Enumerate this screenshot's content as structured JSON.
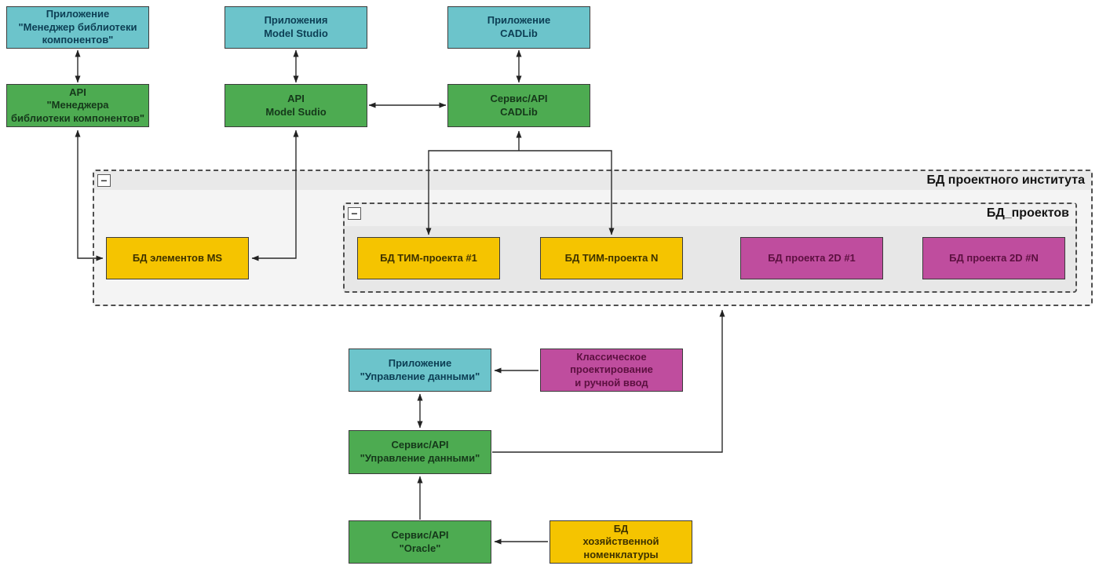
{
  "colors": {
    "application_fill": "#6cc4cb",
    "api_service_fill": "#4dab51",
    "database_fill": "#f5c400",
    "database_2d_fill": "#bf4d9e",
    "manual_process_fill": "#bf4d9e",
    "container_outer_bg": "#f4f4f4",
    "container_inner_bg": "#e7e7e7",
    "edge_color": "#2a2a2a"
  },
  "containers": {
    "institute_db": {
      "label": "БД проектного института",
      "collapse_glyph": "−"
    },
    "projects_db": {
      "label": "БД_проектов",
      "collapse_glyph": "−"
    }
  },
  "nodes": {
    "app_library_manager": {
      "label": "Приложение\n\"Менеджер библиотеки\nкомпонентов\""
    },
    "app_model_studio": {
      "label": "Приложения\nModel Studio"
    },
    "app_cadlib": {
      "label": "Приложение\nCADLib"
    },
    "api_library_manager": {
      "label": "API\n\"Менеджера\nбиблиотеки компонентов\""
    },
    "api_model_studio": {
      "label": "API\nModel Sudio"
    },
    "service_cadlib": {
      "label": "Сервис/API\nCADLib"
    },
    "db_elements_ms": {
      "label": "БД элементов MS"
    },
    "db_tim_1": {
      "label": "БД ТИМ-проекта #1"
    },
    "db_tim_n": {
      "label": "БД ТИМ-проекта N"
    },
    "db_2d_1": {
      "label": "БД проекта 2D #1"
    },
    "db_2d_n": {
      "label": "БД проекта 2D #N"
    },
    "app_data_management": {
      "label": "Приложение\n\"Управление данными\""
    },
    "classic_design": {
      "label": "Классическое\nпроектирование\nи ручной ввод"
    },
    "service_data_management": {
      "label": "Сервис/API\n\"Управление данными\""
    },
    "service_oracle": {
      "label": "Сервис/API\n\"Oracle\""
    },
    "db_nomenclature": {
      "label": "БД\nхозяйственной\nноменклатуры"
    }
  },
  "edges": [
    {
      "from": "app_library_manager",
      "to": "api_library_manager",
      "direction": "bidirectional"
    },
    {
      "from": "app_model_studio",
      "to": "api_model_studio",
      "direction": "bidirectional"
    },
    {
      "from": "app_cadlib",
      "to": "service_cadlib",
      "direction": "bidirectional"
    },
    {
      "from": "api_model_studio",
      "to": "service_cadlib",
      "direction": "bidirectional"
    },
    {
      "from": "api_library_manager",
      "to": "db_elements_ms",
      "direction": "bidirectional"
    },
    {
      "from": "api_model_studio",
      "to": "db_elements_ms",
      "direction": "bidirectional"
    },
    {
      "from": "service_cadlib",
      "to": "db_tim_1",
      "direction": "bidirectional"
    },
    {
      "from": "service_cadlib",
      "to": "db_tim_n",
      "direction": "bidirectional"
    },
    {
      "from": "classic_design",
      "to": "app_data_management",
      "direction": "one-way"
    },
    {
      "from": "app_data_management",
      "to": "service_data_management",
      "direction": "bidirectional"
    },
    {
      "from": "service_data_management",
      "to": "institute_db",
      "direction": "one-way"
    },
    {
      "from": "service_oracle",
      "to": "service_data_management",
      "direction": "one-way"
    },
    {
      "from": "db_nomenclature",
      "to": "service_oracle",
      "direction": "one-way"
    }
  ]
}
